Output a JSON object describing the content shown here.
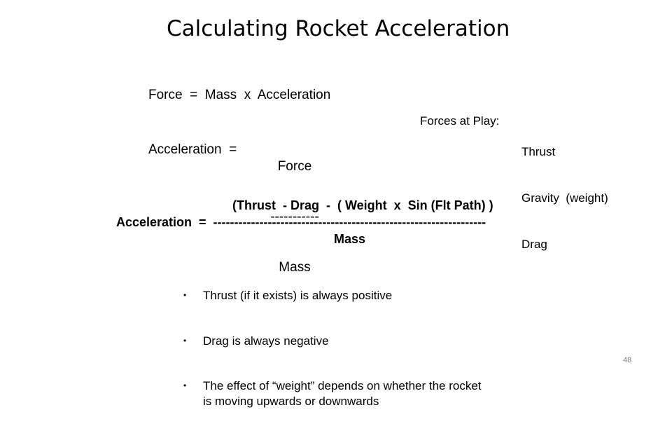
{
  "title": "Calculating Rocket Acceleration",
  "equation1": "Force  =  Mass  x  Acceleration",
  "equation2": {
    "label": "Acceleration  =",
    "numerator": "Force",
    "bar": "-----------",
    "denominator": "Mass"
  },
  "forces": {
    "label": "Forces at Play:",
    "items": [
      "Thrust",
      "Gravity  (weight)",
      "Drag"
    ]
  },
  "equation3": {
    "numerator": "(Thrust  - Drag  -  ( Weight  x  Sin (Flt Path) )",
    "line": "Acceleration  =  -----------------------------------------------------------------",
    "denominator": "Mass"
  },
  "bullets": [
    "Thrust (if it exists) is always positive",
    "Drag is always negative",
    "The effect of “weight” depends on whether the rocket\nis moving upwards or downwards"
  ],
  "page_number": "48"
}
